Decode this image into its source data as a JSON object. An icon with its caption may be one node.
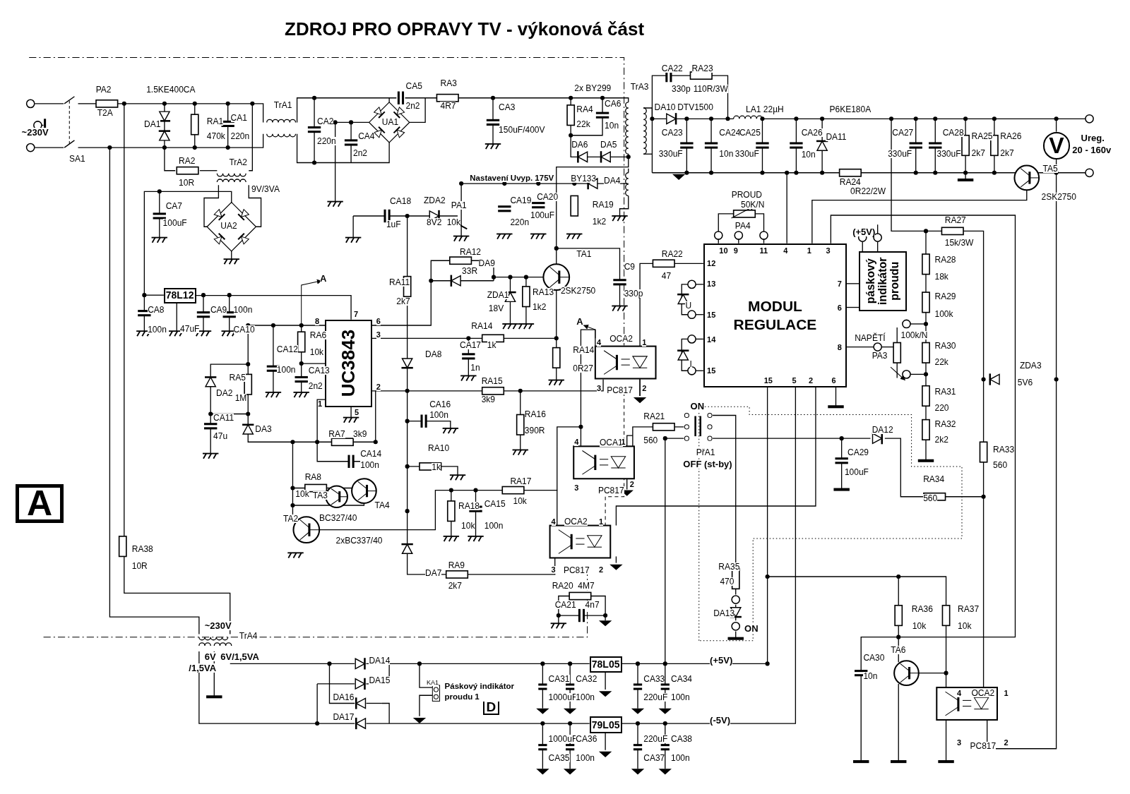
{
  "diagram": {
    "title": "ZDROJ PRO OPRAVY TV - výkonová část",
    "nodes": [
      {
        "text": [
          "78L12"
        ]
      },
      {
        "text": [
          "UC3843"
        ]
      },
      {
        "text": [
          "MODUL REGULACE"
        ]
      },
      {
        "text": [
          "páskový indikátor proudu"
        ]
      },
      {
        "text": [
          "78L05"
        ]
      },
      {
        "text": [
          "79L05"
        ]
      },
      {
        "text": [
          "A"
        ]
      },
      {
        "text": [
          "D"
        ]
      },
      {
        "text": [
          "V"
        ]
      }
    ],
    "edges": [
      {
        "from": 0,
        "to": 1,
        "arrow": "none"
      },
      {
        "from": 2,
        "to": 3,
        "arrow": "none"
      },
      {
        "from": 2,
        "to": 3,
        "arrow": "none"
      },
      {
        "from": 2,
        "to": 4,
        "arrow": "none"
      },
      {
        "from": 2,
        "to": 5,
        "arrow": "none"
      }
    ],
    "labels": [
      "~230V",
      "PA2",
      "T2A",
      "SA1",
      "1.5KE400CA",
      "DA1",
      "RA1",
      "470k",
      "CA1",
      "220n",
      "TrA1",
      "RA2",
      "10R",
      "TrA2",
      "9V/3VA",
      "CA7",
      "100uF",
      "UA2",
      "CA2",
      "220n",
      "CA4",
      "2n2",
      "CA5",
      "2n2",
      "UA1",
      "RA3",
      "4R7",
      "CA3",
      "150uF/400V",
      "2x BY299",
      "RA4",
      "22k",
      "CA6",
      "10n",
      "DA6",
      "DA5",
      "TrA3",
      "CA22",
      "330p",
      "RA23",
      "110R/3W",
      "DA10",
      "DTV1500",
      "CA23",
      "330uF",
      "CA24",
      "10n",
      "LA1 22µH",
      "P6KE180A",
      "CA25",
      "330uF",
      "CA26",
      "10n",
      "DA11",
      "RA24",
      "0R22/2W",
      "CA27",
      "330uF",
      "CA28",
      "330uF",
      "RA25",
      "2k7",
      "RA26",
      "2k7",
      "Ureg.",
      "20 - 160v",
      "TA5",
      "2SK2750",
      "Nastavení Uvyp. 175V",
      "BY133",
      "DA4",
      "CA18",
      "1uF",
      "ZDA2",
      "8V2",
      "PA1",
      "10k",
      "CA19",
      "220n",
      "CA20",
      "100uF",
      "RA19",
      "1k2",
      "PROUD",
      "50K/N",
      "PA4",
      "RA12",
      "33R",
      "DA9",
      "TA1",
      "C9",
      "330p",
      "RA11",
      "2k7",
      "ZDA1",
      "18V",
      "RA13",
      "2SK2750",
      "1k2",
      "RA22",
      "47",
      "A",
      "RA6",
      "10k",
      "CA8",
      "100n",
      "CA9",
      "47uF",
      "100n",
      "CA10",
      "CA12",
      "100n",
      "CA13",
      "2n2",
      "RA5",
      "DA2",
      "1M",
      "RA14",
      "CA17",
      "1k",
      "1n",
      "RA14",
      "0R27",
      "A",
      "OCA2",
      "PC817",
      "RA15",
      "3k9",
      "DA8",
      "CA16",
      "100n",
      "RA16",
      "390R",
      "CA11",
      "47u",
      "DA3",
      "RA7",
      "3k9",
      "CA14",
      "100n",
      "RA8",
      "10k",
      "TA3",
      "TA4",
      "TA2",
      "BC327/40",
      "2xBC337/40",
      "RA10",
      "1k",
      "RA17",
      "10k",
      "RA18",
      "10k",
      "CA15",
      "100n",
      "DA7",
      "RA9",
      "2k7",
      "OCA1",
      "PC817",
      "OCA2",
      "PC817",
      "RA20",
      "4M7",
      "CA21",
      "4n7",
      "RA21",
      "560",
      "ON",
      "PřA1",
      "OFF (st-by)",
      "RA35",
      "470",
      "DA13",
      "ON",
      "U",
      "I",
      "NAPĚTÍ",
      "100k/N",
      "PA3",
      "(+5V)",
      "RA27",
      "15k/3W",
      "RA28",
      "18k",
      "RA29",
      "100k",
      "RA30",
      "22k",
      "RA31",
      "220",
      "RA32",
      "2k2",
      "ZDA3",
      "5V6",
      "DA12",
      "CA29",
      "100uF",
      "RA33",
      "560",
      "RA34",
      "560",
      "RA36",
      "10k",
      "RA37",
      "10k",
      "CA30",
      "10n",
      "TA6",
      "OCA2",
      "PC817",
      "RA38",
      "10R",
      "~230V",
      "TrA4",
      "6V",
      "6V/1,5VA",
      "/1,5VA",
      "DA14",
      "DA15",
      "DA16",
      "DA17",
      "KA1",
      "Páskový indikátor proudu 1",
      "(+5V)",
      "(-5V)",
      "CA31",
      "1000uF",
      "CA32",
      "100n",
      "CA33",
      "220uF",
      "CA34",
      "100n",
      "1000uF",
      "CA35",
      "CA36",
      "100n",
      "220uF",
      "CA37",
      "CA38",
      "100n",
      "8",
      "7",
      "6",
      "3",
      "2",
      "1",
      "5",
      "4",
      "1",
      "3",
      "2",
      "4",
      "1",
      "3",
      "2",
      "4",
      "1",
      "3",
      "2",
      "4",
      "1",
      "3",
      "2",
      "10",
      "9",
      "11",
      "4",
      "1",
      "3",
      "12",
      "13",
      "15",
      "14",
      "15",
      "7",
      "6",
      "8",
      "15",
      "5",
      "2",
      "6"
    ]
  }
}
